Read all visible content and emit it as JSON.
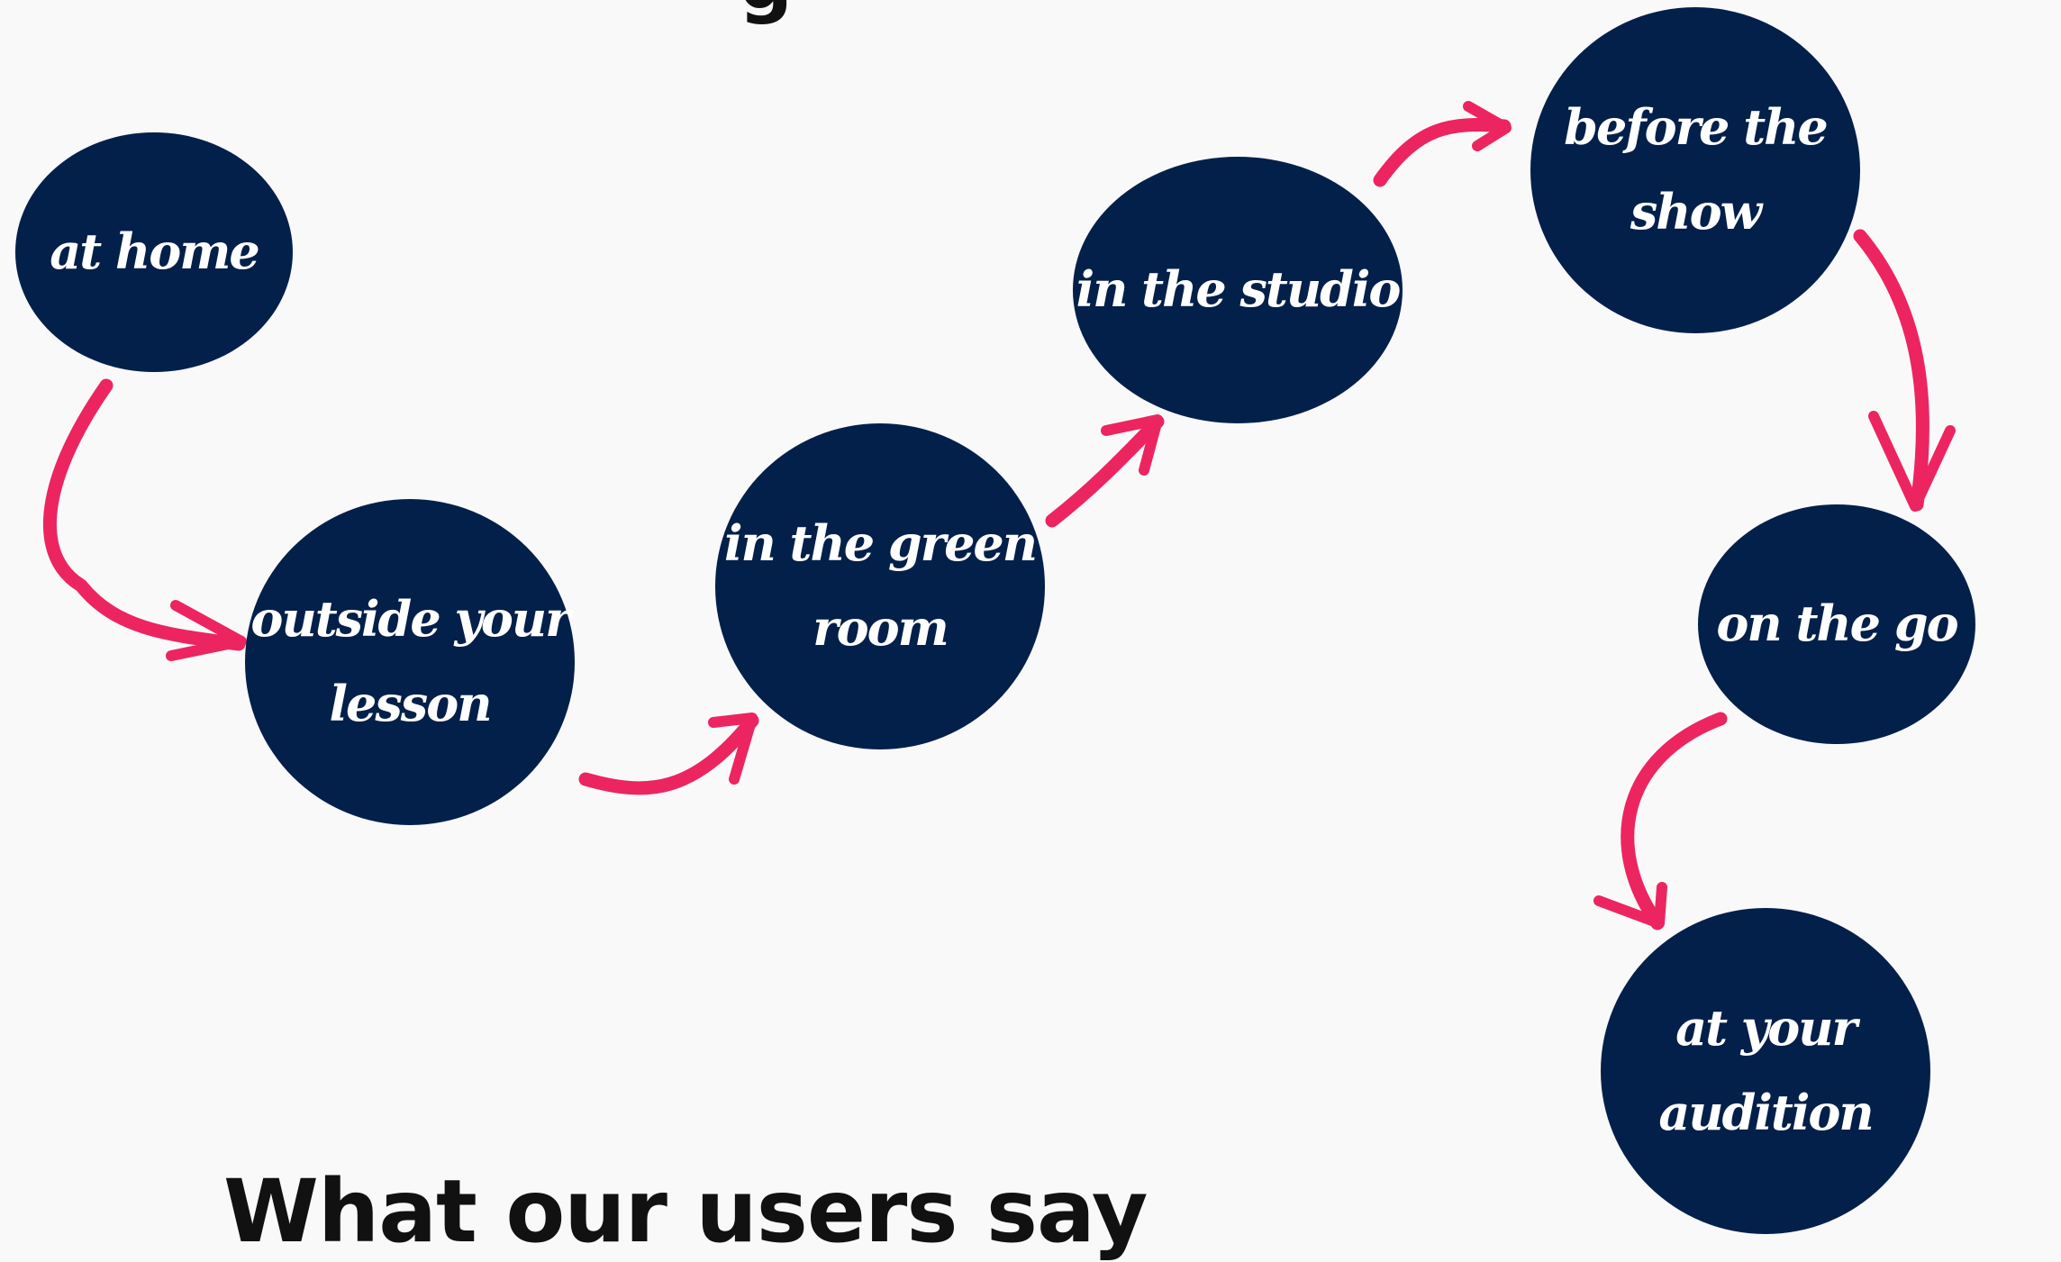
{
  "top_fragment": "g",
  "flow": {
    "node_color": "#03204a",
    "arrow_color": "#ec2560",
    "steps": [
      {
        "lines": [
          "at home"
        ]
      },
      {
        "lines": [
          "outside your",
          "lesson"
        ]
      },
      {
        "lines": [
          "in the green",
          "room"
        ]
      },
      {
        "lines": [
          "in the studio"
        ]
      },
      {
        "lines": [
          "before the",
          "show"
        ]
      },
      {
        "lines": [
          "on the go"
        ]
      },
      {
        "lines": [
          "at your",
          "audition"
        ]
      }
    ]
  },
  "testimonials": {
    "title": "What our users say"
  }
}
